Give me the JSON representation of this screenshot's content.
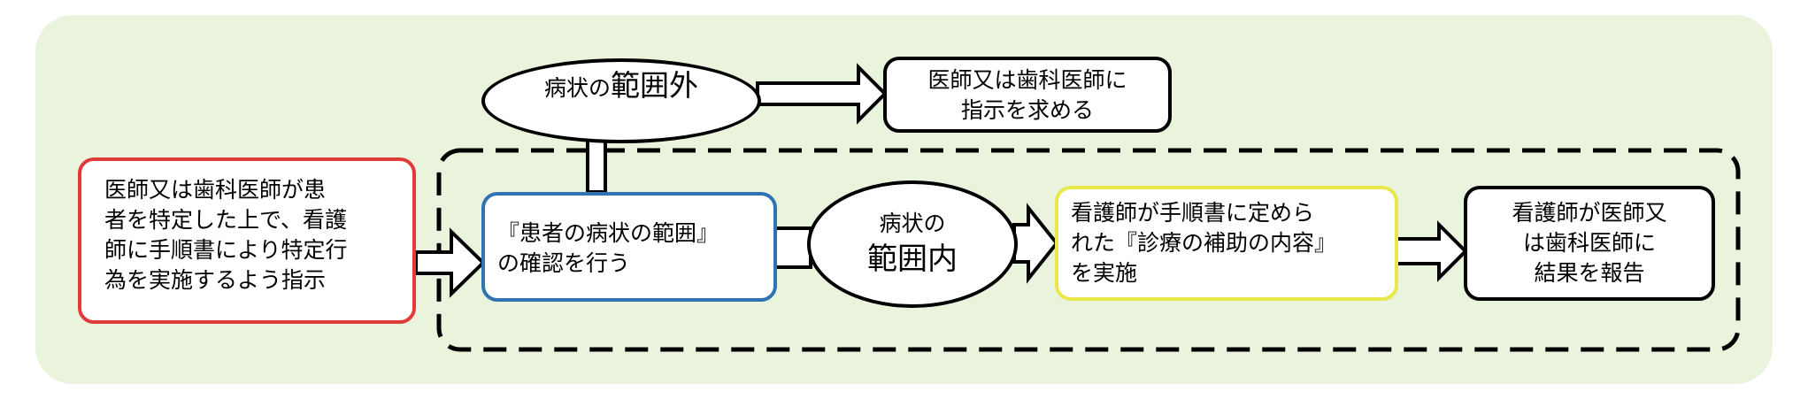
{
  "colors": {
    "panel_bg": "#eaf3dc",
    "instruction_border": "#e03a3a",
    "confirm_border": "#2e74b5",
    "implement_border": "#e8e84a",
    "default_border": "#000000"
  },
  "doctor_instruction": {
    "lines": [
      "医師又は歯科医師が患",
      "者を特定した上で、看護",
      "師に手順書により特定行",
      "為を実施するよう指示"
    ]
  },
  "confirm_range": {
    "lines": [
      "『患者の病状の範囲』",
      "の確認を行う"
    ]
  },
  "out_of_range": {
    "prefix": "病状の",
    "emphasis": "範囲外"
  },
  "ask_doctor": {
    "lines": [
      "医師又は歯科医師に",
      "指示を求める"
    ]
  },
  "in_range": {
    "line1": "病状の",
    "line2": "範囲内"
  },
  "nurse_implement": {
    "lines": [
      "看護師が手順書に定めら",
      "れた『診療の補助の内容』",
      "を実施"
    ]
  },
  "nurse_report": {
    "lines": [
      "看護師が医師又",
      "は歯科医師に",
      "結果を報告"
    ]
  }
}
